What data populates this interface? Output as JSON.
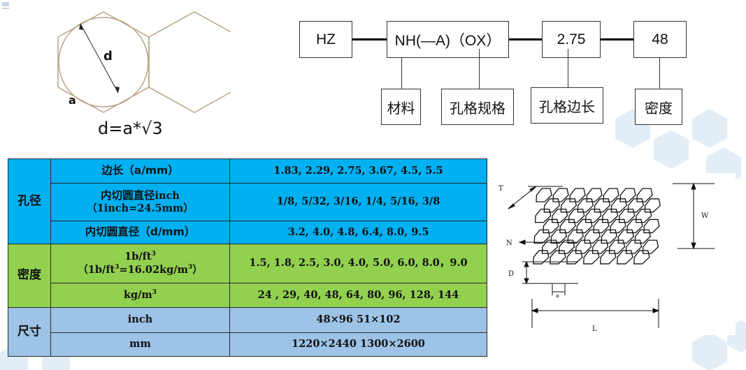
{
  "diagram": {
    "circle_label_d": "d",
    "side_label_a": "a",
    "formula_left": "d=a*",
    "formula_sqrt": "√3"
  },
  "code_boxes": [
    {
      "text": "HZ"
    },
    {
      "text": "NH(—A)（OX）"
    },
    {
      "text": "2.75"
    },
    {
      "text": "48"
    }
  ],
  "label_boxes": [
    {
      "text": "材料"
    },
    {
      "text": "孔格规格"
    },
    {
      "text": "孔格边长"
    },
    {
      "text": "密度"
    }
  ],
  "table": {
    "groups": [
      {
        "category": "孔径",
        "color": "#00b0f0",
        "rows": [
          {
            "label": "边长（a/mm）",
            "value": "1.83, 2.29, 2.75, 3.67, 4.5, 5.5"
          },
          {
            "label_zh": "内切圆直径",
            "label_en": "inch",
            "label_line2": "（1inch=24.5mm）",
            "value": "1/8, 5/32, 3/16, 1/4, 5/16, 3/8"
          },
          {
            "label": "内切圆直径（d/mm）",
            "value": "3.2, 4.0, 4.8, 6.4, 8.0, 9.5"
          }
        ]
      },
      {
        "category": "密度",
        "color": "#92d050",
        "rows": [
          {
            "label_base": "1b/ft",
            "label_sup": "3",
            "label_line2_pre": "（1b/ft",
            "label_line2_sup": "3",
            "label_line2_mid": "=16.02kg/m",
            "label_line2_sup2": "3",
            "label_line2_post": "）",
            "value": "1.5, 1.8, 2.5, 3.0, 4.0, 5.0, 6.0, 8.0，9.0"
          },
          {
            "label_base": "kg/m",
            "label_sup": "3",
            "value": "24 , 29, 40, 48, 64, 80, 96, 128, 144"
          }
        ]
      },
      {
        "category": "尺寸",
        "color": "#9dc3e6",
        "rows": [
          {
            "label": "inch",
            "value": "48×96 51×102"
          },
          {
            "label": "mm",
            "value": "1220×2440 1300×2600"
          }
        ]
      }
    ]
  },
  "honeycomb": {
    "label_T": "T",
    "label_W": "W",
    "label_N": "N",
    "label_D": "D",
    "label_a": "a",
    "label_L": "L"
  },
  "colors": {
    "hex_stroke": "#b9a486",
    "blue": "#00b0f0",
    "green": "#92d050",
    "light_blue": "#9dc3e6",
    "deco": "#dde8f3"
  }
}
